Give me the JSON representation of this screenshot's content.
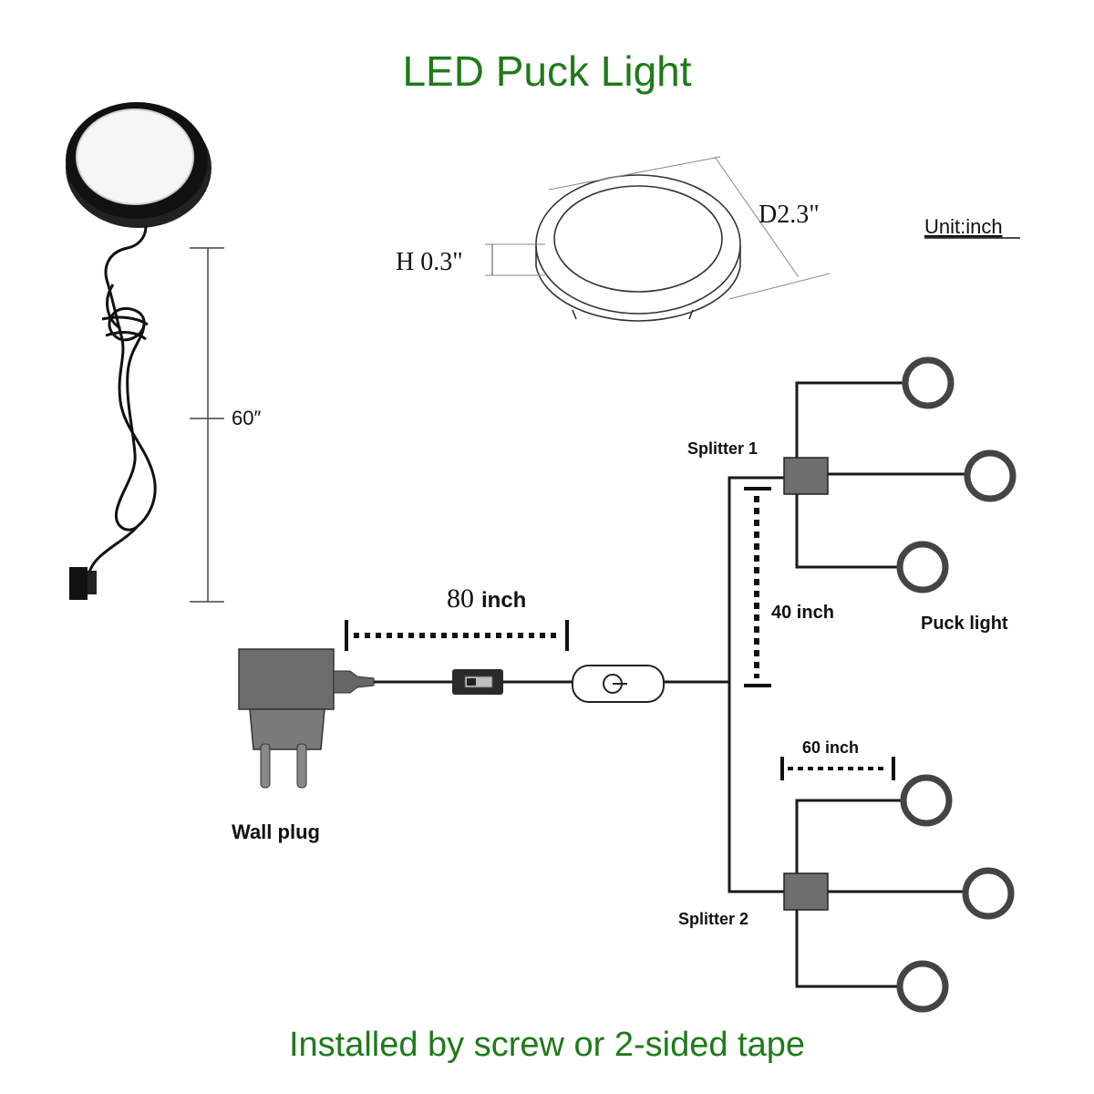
{
  "title": "LED Puck Light",
  "footer": "Installed by screw or 2-sided tape",
  "unit_label": "Unit:inch",
  "dimensions": {
    "diameter": "D2.3\"",
    "height": "H 0.3\"",
    "cable_length": "60″"
  },
  "labels": {
    "adapter_cable_num": "80",
    "adapter_cable_unit": "inch",
    "extension_cable": "40 inch",
    "light_cable": "60 inch",
    "wall_plug": "Wall plug",
    "splitter_1": "Splitter 1",
    "splitter_2": "Splitter 2",
    "puck_light": "Puck light"
  },
  "colors": {
    "title_green": "#1f7a1a",
    "wire": "#1a1a1a",
    "ring": "#444444",
    "splitter": "#6e6e6e"
  }
}
